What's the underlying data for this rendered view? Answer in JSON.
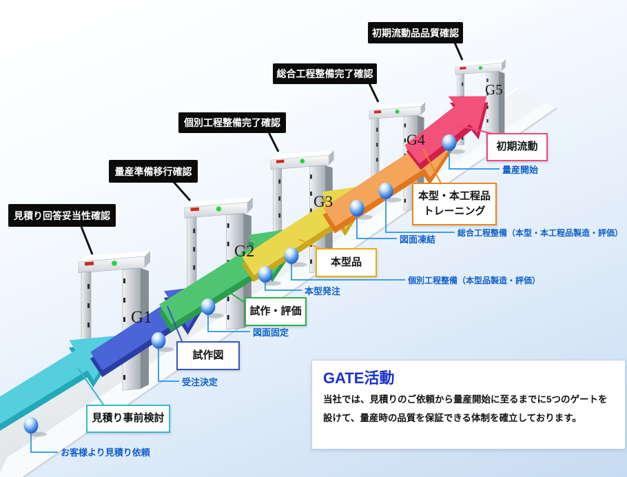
{
  "diagram_title": "GATE活動",
  "gates": [
    {
      "label": "G1",
      "check_label": "見積り回答妥当性確認"
    },
    {
      "label": "G2",
      "check_label": "量産準備移行確認"
    },
    {
      "label": "G3",
      "check_label": "個別工程整備完了確認"
    },
    {
      "label": "G4",
      "check_label": "総合工程整備完了確認"
    },
    {
      "label": "G5",
      "check_label": "初期流動品品質確認"
    }
  ],
  "stages": [
    {
      "label": "見積り事前検討",
      "border": "#3ab7c9"
    },
    {
      "label": "試作図",
      "border": "#3a55c0"
    },
    {
      "label": "試作・評価",
      "border": "#2fae4a"
    },
    {
      "label": "本型品",
      "border": "#f0a810"
    },
    {
      "lines": [
        "本型・本工程品",
        "トレーニング"
      ],
      "border": "#f08519"
    },
    {
      "label": "初期流動",
      "border": "#ee4b74"
    }
  ],
  "milestones": [
    "お客様より見積り依頼",
    "受注決定",
    "図面固定",
    "本型発注",
    "個別工程整備（本型品製造・評価）",
    "図面凍結",
    "総合工程整備（本型・本工程品製造・評価）",
    "量産開始"
  ],
  "info_panel": {
    "title": "GATE活動",
    "body_lines": [
      "当社では、見積りのご依頼から量産開始に至るまでに5つのゲートを",
      "設けて、量産時の品質を保証できる体制を確立しております。"
    ]
  },
  "colors": {
    "arrow_cyan": "#55cedd",
    "arrow_blue": "#4b64d8",
    "arrow_green": "#4fc571",
    "arrow_yellow": "#e9d84e",
    "arrow_orange": "#f3a55c",
    "arrow_red": "#f2527a",
    "milestone_text": "#1060cc",
    "milestone_line": "#3f9fe8",
    "gate_callout_bg": "#0b0b0b",
    "panel_title": "#1830cf"
  }
}
